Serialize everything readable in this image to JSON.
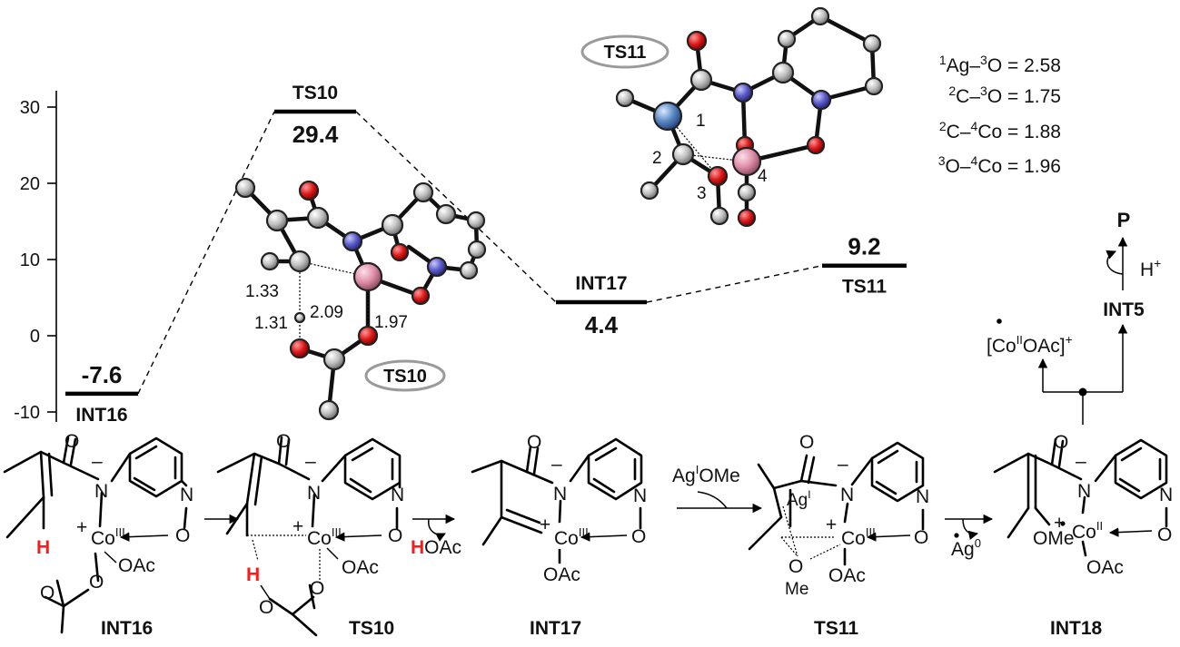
{
  "chart_data": {
    "type": "energy-profile",
    "ylim": [
      -10,
      30
    ],
    "yticks": [
      -10,
      0,
      10,
      20,
      30
    ],
    "states": [
      {
        "name": "INT16",
        "energy": -7.6,
        "label": "-7.6"
      },
      {
        "name": "TS10",
        "energy": 29.4,
        "label": "29.4"
      },
      {
        "name": "INT17",
        "energy": 4.4,
        "label": "4.4"
      },
      {
        "name": "TS11",
        "energy": 9.2,
        "label": "9.2"
      }
    ]
  },
  "ts11_model": {
    "badge": "TS11",
    "atom_numbers": [
      "1",
      "2",
      "3",
      "4"
    ],
    "distances": [
      {
        "pre1": "1",
        "e1": "Ag",
        "pre2": "3",
        "e2": "O",
        "value": "= 2.58"
      },
      {
        "pre1": "2",
        "e1": "C",
        "pre2": "3",
        "e2": "O",
        "value": "= 1.75"
      },
      {
        "pre1": "2",
        "e1": "C",
        "pre2": "4",
        "e2": "Co",
        "value": "= 1.88"
      },
      {
        "pre1": "3",
        "e1": "O",
        "pre2": "4",
        "e2": "Co",
        "value": "= 1.96"
      }
    ]
  },
  "ts10_model": {
    "badge": "TS10",
    "distances": [
      "1.33",
      "1.31",
      "2.09",
      "1.97"
    ]
  },
  "side_scheme": {
    "p": "P",
    "h_plus": "H",
    "h_plus_sup": "+",
    "int5": "INT5",
    "co_pre": "[Co",
    "co_sup": "II",
    "co_post": "OAc]",
    "co_charge": "+"
  },
  "scheme": {
    "labels": [
      "INT16",
      "TS10",
      "INT17",
      "TS11",
      "INT18"
    ],
    "hoac_h": "H",
    "hoac_rest": "OAc",
    "agome": "Ag",
    "agome_sup": "I",
    "agome_post": "OMe",
    "ag0": "Ag",
    "ag0_sup": "0",
    "co": "Co",
    "co3": "III",
    "co2": "II",
    "ag": "Ag",
    "ag_sup": "I",
    "oac": "OAc",
    "ome": "OMe",
    "me": "Me",
    "N": "N",
    "O": "O",
    "H": "H",
    "plus": "+",
    "minus": "–"
  }
}
